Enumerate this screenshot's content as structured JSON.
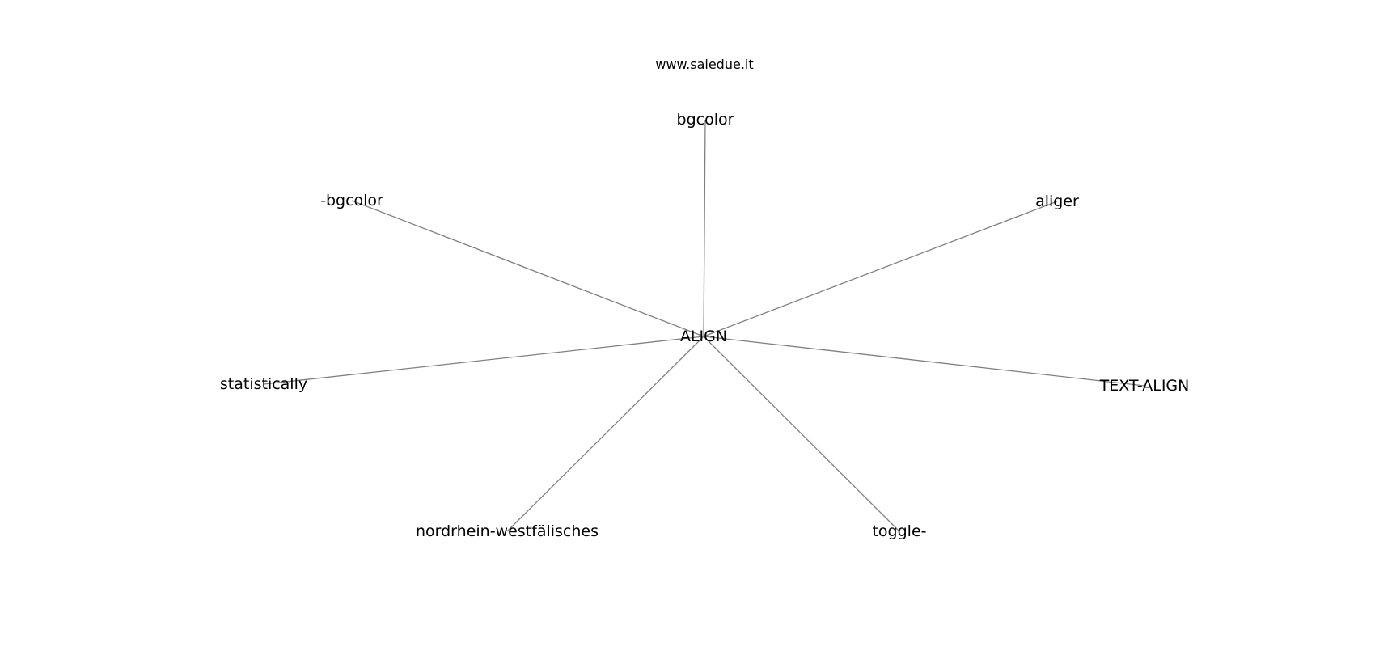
{
  "title": "www.saiedue.it",
  "colors": {
    "edge": "#808080",
    "text": "#000000",
    "background": "#ffffff"
  },
  "graph": {
    "center": {
      "id": "align",
      "label": "ALIGN"
    },
    "nodes": [
      {
        "id": "bgcolor",
        "label": "bgcolor"
      },
      {
        "id": "dash-bgcolor",
        "label": "-bgcolor"
      },
      {
        "id": "aliger",
        "label": "aliger"
      },
      {
        "id": "statistically",
        "label": "statistically"
      },
      {
        "id": "text-align",
        "label": "TEXT-ALIGN"
      },
      {
        "id": "nordrhein-westfaelisches",
        "label": "nordrhein-westfälisches"
      },
      {
        "id": "toggle",
        "label": "toggle-"
      }
    ],
    "edges": [
      {
        "source": "align",
        "target": "bgcolor"
      },
      {
        "source": "align",
        "target": "dash-bgcolor"
      },
      {
        "source": "align",
        "target": "aliger"
      },
      {
        "source": "align",
        "target": "statistically"
      },
      {
        "source": "align",
        "target": "text-align"
      },
      {
        "source": "align",
        "target": "nordrhein-westfaelisches"
      },
      {
        "source": "align",
        "target": "toggle"
      }
    ]
  }
}
